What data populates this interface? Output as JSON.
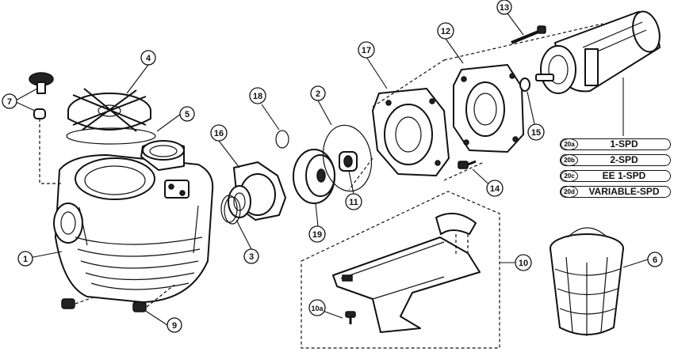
{
  "callouts": {
    "c1": "1",
    "c2": "2",
    "c3": "3",
    "c4": "4",
    "c5": "5",
    "c6": "6",
    "c7": "7",
    "c9": "9",
    "c10": "10",
    "c10a": "10a",
    "c11": "11",
    "c12": "12",
    "c13": "13",
    "c14": "14",
    "c15": "15",
    "c16": "16",
    "c17": "17",
    "c18": "18",
    "c19": "19"
  },
  "motor_options": [
    {
      "code": "20a",
      "label": "1-SPD"
    },
    {
      "code": "20b",
      "label": "2-SPD"
    },
    {
      "code": "20c",
      "label": "EE 1-SPD"
    },
    {
      "code": "20d",
      "label": "VARIABLE-SPD"
    }
  ]
}
